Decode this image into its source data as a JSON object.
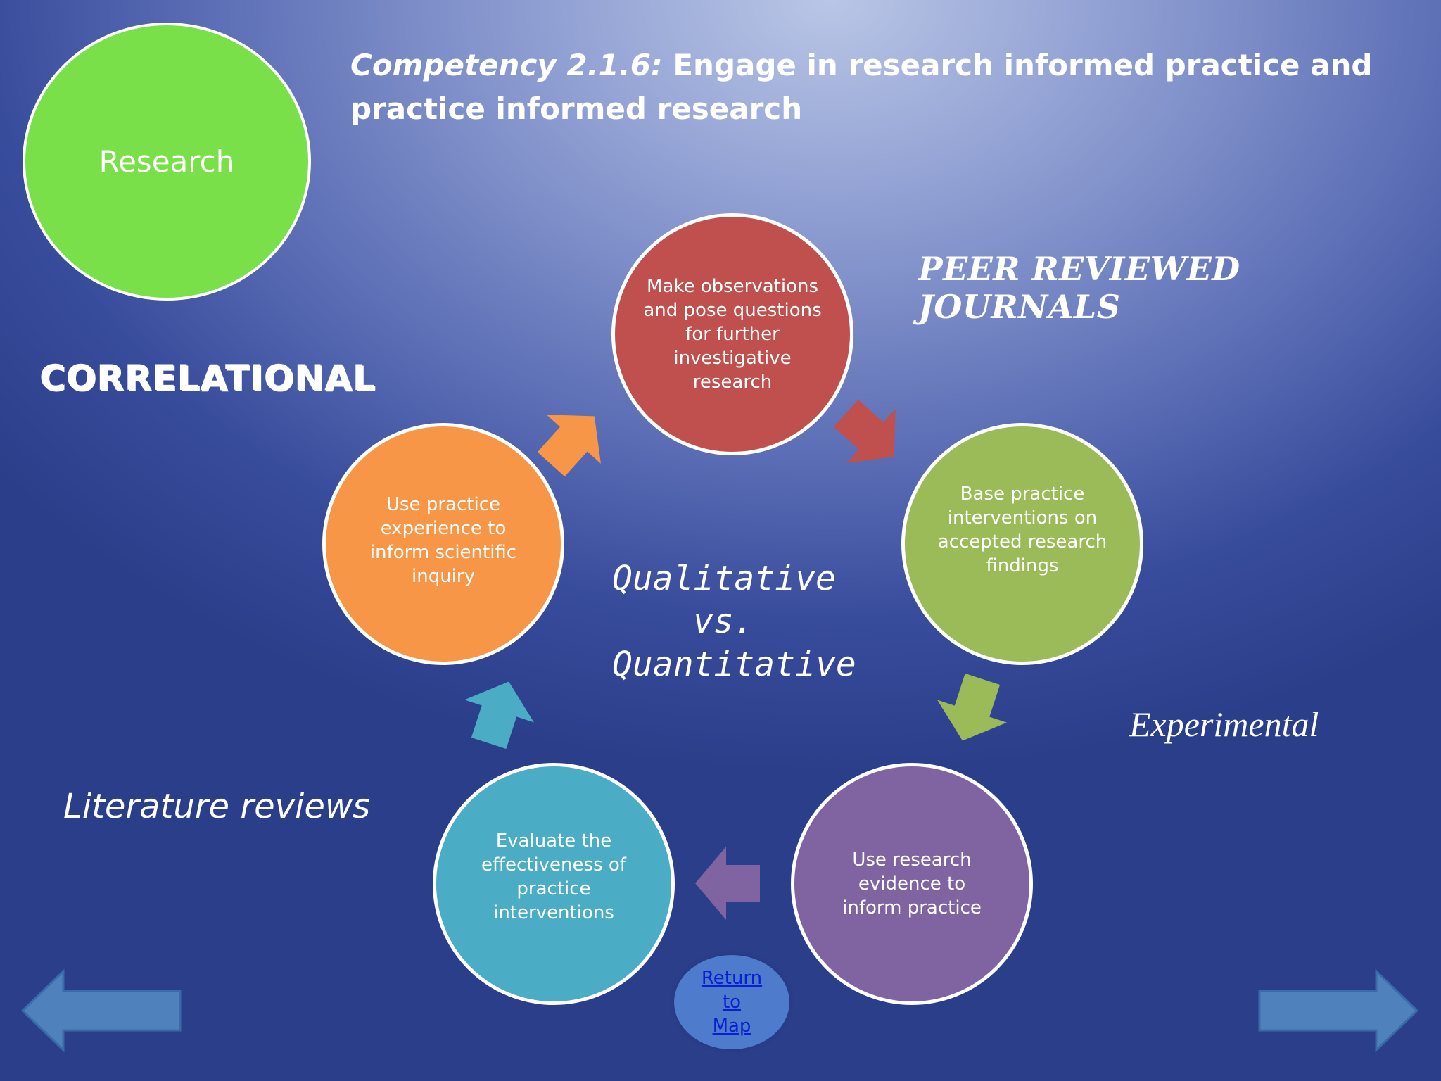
{
  "title": {
    "lead": "Competency 2.1.6:",
    "rest": " Engage in research informed practice and practice informed research"
  },
  "research_label": "Research",
  "side_labels": {
    "correlational": "Correlational",
    "peer_reviewed": "PEER REVIEWED JOURNALS",
    "experimental": "Experimental",
    "literature_reviews": "Literature reviews"
  },
  "center": {
    "line1": "Qualitative",
    "line2": "vs.",
    "line3": "Quantitative"
  },
  "cycle_steps": [
    {
      "label": "Make observations and pose questions for further investigative research",
      "color": "#c0504d"
    },
    {
      "label": "Base practice interventions on accepted research findings",
      "color": "#9bbb59"
    },
    {
      "label": "Use research evidence to inform practice",
      "color": "#8064a2"
    },
    {
      "label": "Evaluate the effectiveness of practice interventions",
      "color": "#4bacc6"
    },
    {
      "label": "Use practice experience to inform scientific inquiry",
      "color": "#f79646"
    }
  ],
  "return_link": {
    "line1": "Return",
    "line2": "to",
    "line3": "Map"
  },
  "colors": {
    "research_green": "#7ae049",
    "nav_arrow": "#4f81bd"
  },
  "icons": {
    "back": "left-arrow-icon",
    "forward": "right-arrow-icon"
  }
}
